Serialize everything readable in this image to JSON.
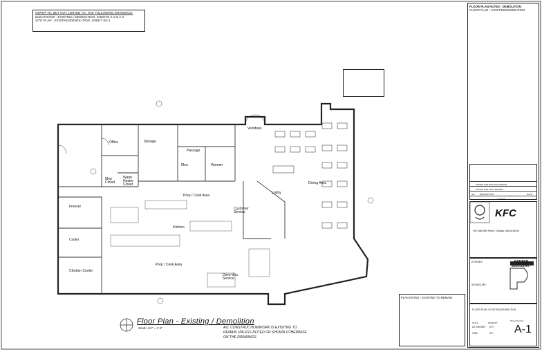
{
  "ref": {
    "title": "REFER TO, BUT NOT LIMITED TO, THE FOLLOWING DRAWINGS:",
    "line1": "ELEVATIONS - EXISTING / DEMOLITION, SHEETS A-2 & A-3",
    "line2": "SITE PLAN - EXISTING/DEMOLITION, SHEET SD-1"
  },
  "drawing": {
    "title": "Floor Plan - Existing / Demolition",
    "scale": "Scale: 1/4\" = 1'-0\"",
    "all_note": "ALL CONSTRUCTION/WORK IS EXISTING TO REMAIN UNLESS NOTED OR SHOWN OTHERWISE ON THE DRAWINGS."
  },
  "rooms": {
    "vestibule": "Vestibule",
    "storage": "Storage",
    "office": "Office",
    "passage": "Passage",
    "men": "Men",
    "women": "Women",
    "mop": "Mop Closet",
    "water": "Water Heater Closet",
    "prep_top": "Prep / Cook Area",
    "dining": "Dining Area",
    "lobby": "Lobby",
    "customer": "Customer Service",
    "freezer": "Freezer",
    "cooler": "Cooler",
    "chicken": "Chicken Cooler",
    "kitchen": "Kitchen",
    "prep_bot": "Prep / Cook Area",
    "drive": "Drive-thru Service"
  },
  "titleblock": {
    "notes_head": "FLOOR PLAN NOTES - DEMOLITION",
    "notes_sub": "FLOOR PLAN + EXISTING/DEMOLITION",
    "issues": "ISSUES",
    "row1": "ISSUED FOR BUILDING PERMIT",
    "row2": "ISSUED FOR 100% REVIEW",
    "no": "NO.",
    "description": "DESCRIPTION",
    "date": "DATE",
    "brand": "KFC",
    "address": "300 East 35th Street, Chicago, Illinois 60616",
    "firm1": "PANTER",
    "firm2": "ASSOCIATES",
    "expires": "EXPIRES:",
    "signature": "SIGNATURE:",
    "sheet_title": "FLOOR PLAN + EXISTING/DEMOLITION",
    "scale_label": "SCALE",
    "scale_val": "AS SHOWN",
    "drawn_label": "DRAWN BY",
    "drawn_val": "K.R.",
    "sheet_label": "Sheet Number:",
    "sheet_num": "A-1",
    "job": "1006",
    "check": "S.P."
  },
  "plan_notes": {
    "head": "PLAN NOTES - EXISTING TO REMAIN"
  }
}
